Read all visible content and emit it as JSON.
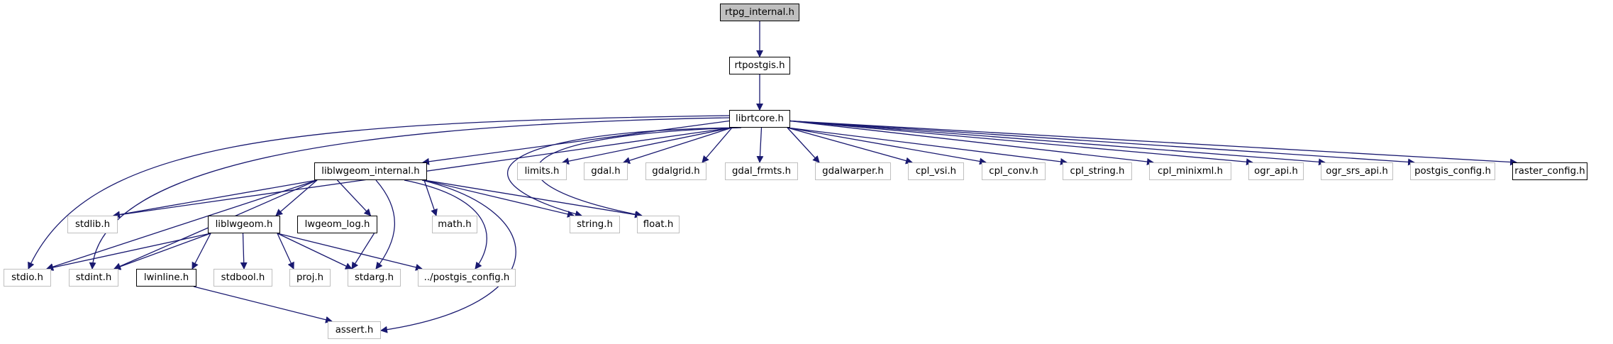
{
  "graph": {
    "title": "rtpg_internal.h include dependency graph",
    "colors": {
      "edge": "#191970",
      "root_fill": "#bfbfbf",
      "internal_border": "#000000",
      "external_border": "#bfbfbf"
    },
    "nodes": [
      {
        "id": "rtpg_internal",
        "label": "rtpg_internal.h",
        "kind": "root"
      },
      {
        "id": "rtpostgis",
        "label": "rtpostgis.h",
        "kind": "internal"
      },
      {
        "id": "librtcore",
        "label": "librtcore.h",
        "kind": "internal"
      },
      {
        "id": "liblwgeom_internal",
        "label": "liblwgeom_internal.h",
        "kind": "internal"
      },
      {
        "id": "limits",
        "label": "limits.h",
        "kind": "external"
      },
      {
        "id": "gdal",
        "label": "gdal.h",
        "kind": "external"
      },
      {
        "id": "gdalgrid",
        "label": "gdalgrid.h",
        "kind": "external"
      },
      {
        "id": "gdal_frmts",
        "label": "gdal_frmts.h",
        "kind": "external"
      },
      {
        "id": "gdalwarper",
        "label": "gdalwarper.h",
        "kind": "external"
      },
      {
        "id": "cpl_vsi",
        "label": "cpl_vsi.h",
        "kind": "external"
      },
      {
        "id": "cpl_conv",
        "label": "cpl_conv.h",
        "kind": "external"
      },
      {
        "id": "cpl_string",
        "label": "cpl_string.h",
        "kind": "external"
      },
      {
        "id": "cpl_minixml",
        "label": "cpl_minixml.h",
        "kind": "external"
      },
      {
        "id": "ogr_api",
        "label": "ogr_api.h",
        "kind": "external"
      },
      {
        "id": "ogr_srs_api",
        "label": "ogr_srs_api.h",
        "kind": "external"
      },
      {
        "id": "postgis_config",
        "label": "postgis_config.h",
        "kind": "external"
      },
      {
        "id": "raster_config",
        "label": "raster_config.h",
        "kind": "internal"
      },
      {
        "id": "stdlib",
        "label": "stdlib.h",
        "kind": "external"
      },
      {
        "id": "liblwgeom",
        "label": "liblwgeom.h",
        "kind": "internal"
      },
      {
        "id": "lwgeom_log",
        "label": "lwgeom_log.h",
        "kind": "internal"
      },
      {
        "id": "math",
        "label": "math.h",
        "kind": "external"
      },
      {
        "id": "string",
        "label": "string.h",
        "kind": "external"
      },
      {
        "id": "float",
        "label": "float.h",
        "kind": "external"
      },
      {
        "id": "stdio",
        "label": "stdio.h",
        "kind": "external"
      },
      {
        "id": "stdint",
        "label": "stdint.h",
        "kind": "external"
      },
      {
        "id": "lwinline",
        "label": "lwinline.h",
        "kind": "internal"
      },
      {
        "id": "stdbool",
        "label": "stdbool.h",
        "kind": "external"
      },
      {
        "id": "proj",
        "label": "proj.h",
        "kind": "external"
      },
      {
        "id": "stdarg",
        "label": "stdarg.h",
        "kind": "external"
      },
      {
        "id": "dotdot_postgis_config",
        "label": "../postgis_config.h",
        "kind": "external"
      },
      {
        "id": "assert",
        "label": "assert.h",
        "kind": "external"
      }
    ],
    "edges": [
      [
        "rtpg_internal",
        "rtpostgis"
      ],
      [
        "rtpostgis",
        "librtcore"
      ],
      [
        "librtcore",
        "stdio"
      ],
      [
        "librtcore",
        "stdint"
      ],
      [
        "librtcore",
        "stdlib"
      ],
      [
        "librtcore",
        "liblwgeom_internal"
      ],
      [
        "librtcore",
        "string"
      ],
      [
        "librtcore",
        "float"
      ],
      [
        "librtcore",
        "limits"
      ],
      [
        "librtcore",
        "gdal"
      ],
      [
        "librtcore",
        "gdalgrid"
      ],
      [
        "librtcore",
        "gdal_frmts"
      ],
      [
        "librtcore",
        "gdalwarper"
      ],
      [
        "librtcore",
        "cpl_vsi"
      ],
      [
        "librtcore",
        "cpl_conv"
      ],
      [
        "librtcore",
        "cpl_string"
      ],
      [
        "librtcore",
        "cpl_minixml"
      ],
      [
        "librtcore",
        "ogr_api"
      ],
      [
        "librtcore",
        "ogr_srs_api"
      ],
      [
        "librtcore",
        "postgis_config"
      ],
      [
        "librtcore",
        "raster_config"
      ],
      [
        "liblwgeom_internal",
        "stdlib"
      ],
      [
        "liblwgeom_internal",
        "stdio"
      ],
      [
        "liblwgeom_internal",
        "stdint"
      ],
      [
        "liblwgeom_internal",
        "liblwgeom"
      ],
      [
        "liblwgeom_internal",
        "lwgeom_log"
      ],
      [
        "liblwgeom_internal",
        "stdarg"
      ],
      [
        "liblwgeom_internal",
        "math"
      ],
      [
        "liblwgeom_internal",
        "string"
      ],
      [
        "liblwgeom_internal",
        "float"
      ],
      [
        "liblwgeom_internal",
        "dotdot_postgis_config"
      ],
      [
        "liblwgeom_internal",
        "assert"
      ],
      [
        "liblwgeom",
        "stdio"
      ],
      [
        "liblwgeom",
        "stdint"
      ],
      [
        "liblwgeom",
        "lwinline"
      ],
      [
        "liblwgeom",
        "stdbool"
      ],
      [
        "liblwgeom",
        "proj"
      ],
      [
        "liblwgeom",
        "stdarg"
      ],
      [
        "liblwgeom",
        "dotdot_postgis_config"
      ],
      [
        "lwgeom_log",
        "stdarg"
      ],
      [
        "lwinline",
        "assert"
      ]
    ]
  }
}
